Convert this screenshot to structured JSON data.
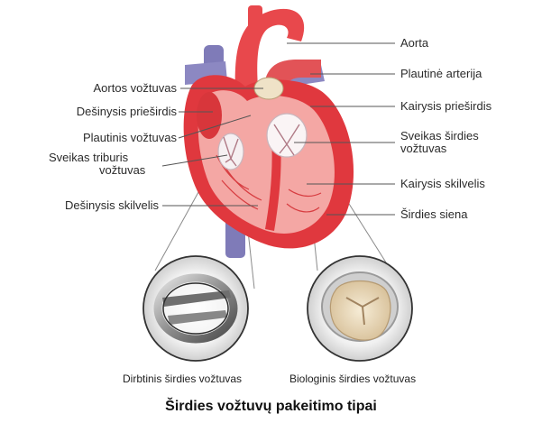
{
  "labels_left": {
    "aortic_valve": "Aortos vožtuvas",
    "right_atrium": "Dešinysis prieširdis",
    "pulmonary_valve": "Plautinis vožtuvas",
    "tricuspid_valve_l1": "Sveikas triburis",
    "tricuspid_valve_l2": "vožtuvas",
    "right_ventricle": "Dešinysis skilvelis"
  },
  "labels_right": {
    "aorta": "Aorta",
    "pulmonary_artery": "Plautinė arterija",
    "left_atrium": "Kairysis prieširdis",
    "mitral_valve_l1": "Sveikas širdies",
    "mitral_valve_l2": "vožtuvas",
    "left_ventricle": "Kairysis skilvelis",
    "heart_wall": "Širdies siena"
  },
  "captions": {
    "mechanical": "Dirbtinis širdies vožtuvas",
    "biological": "Biologinis širdies vožtuvas"
  },
  "title": "Širdies vožtuvų pakeitimo tipai",
  "colors": {
    "heart_red": "#e8484c",
    "heart_pink": "#f4a7a4",
    "vein_blue": "#7f7bb8",
    "leader_line": "#555555",
    "valve_cream": "#efe2c7",
    "metal_gray": "#9a9a9a"
  }
}
